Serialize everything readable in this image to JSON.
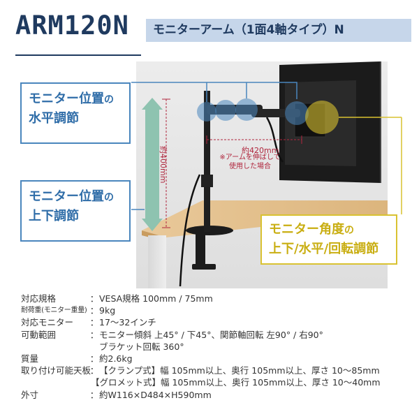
{
  "header": {
    "model": "ARM120N",
    "title": "モニターアーム（1面4軸タイプ）N"
  },
  "callouts": {
    "horizontal": {
      "line1": "モニター位置の",
      "line1_main": "モニター位置",
      "line1_suffix": "の",
      "line2": "水平調節"
    },
    "vertical": {
      "line1_main": "モニター位置",
      "line1_suffix": "の",
      "line2": "上下調節"
    },
    "angle": {
      "line1_main": "モニター角度",
      "line1_suffix": "の",
      "line2": "上下/水平/回転調節"
    }
  },
  "dimensions": {
    "horizontal": "約420mm",
    "note_line1": "※アームを伸ばして",
    "note_line2": "使用した場合",
    "vertical": "約400mm"
  },
  "colors": {
    "navy": "#1f3a5f",
    "blue_accent": "#4a86bd",
    "yellow_accent": "#d9c231",
    "dimension_red": "#b0263d",
    "title_bar_bg": "#c6d6ea"
  },
  "specs": {
    "standard": {
      "label": "対応規格",
      "value": "VESA規格 100mm / 75mm"
    },
    "load": {
      "label": "耐荷重(モニター重量)",
      "value": "9kg"
    },
    "monitor": {
      "label": "対応モニター",
      "value": "17〜32インチ"
    },
    "range": {
      "label": "可動範囲",
      "value_line1": "モニター傾斜 上45° / 下45°、関節軸回転 左90° / 右90°",
      "value_line2": "ブラケット回転 360°"
    },
    "weight": {
      "label": "質量",
      "value": "約2.6kg"
    },
    "mount": {
      "label": "取り付け可能天板",
      "value_line1": "【クランプ式】幅 105mm以上、奥行 105mm以上、厚さ 10〜85mm",
      "value_line2": "【グロメット式】幅 105mm以上、奥行 105mm以上、厚さ 10〜40mm"
    },
    "size": {
      "label": "外寸",
      "value": "約W116×D484×H590mm"
    }
  },
  "colon": "："
}
